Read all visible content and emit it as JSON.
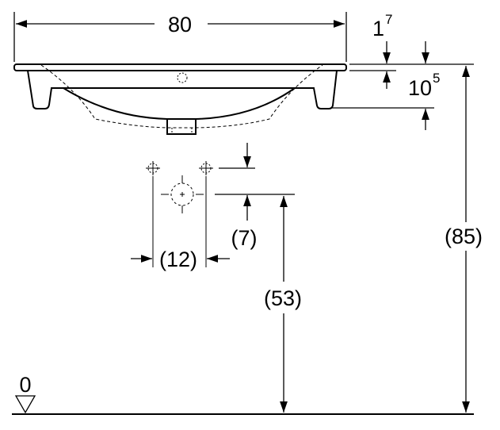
{
  "title": "Washbasin dimension drawing",
  "dimensions": {
    "width": "80",
    "rim_thickness_base": "1",
    "rim_thickness_sup": "7",
    "depth_base": "10",
    "depth_sup": "5",
    "total_height": "(85)",
    "tap_spacing": "(12)",
    "tap_offset": "(7)",
    "drain_height": "(53)",
    "floor_level": "0"
  },
  "colors": {
    "line": "#000000",
    "background": "#ffffff"
  }
}
